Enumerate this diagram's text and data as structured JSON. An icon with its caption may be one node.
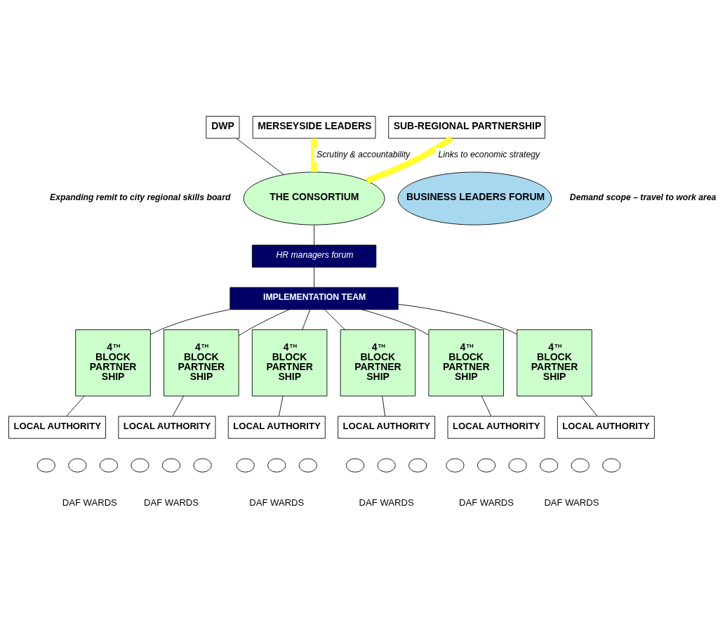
{
  "diagram": {
    "nodes": [
      {
        "text": [
          "DWP"
        ]
      },
      {
        "text": [
          "MERSEYSIDE LEADERS"
        ]
      },
      {
        "text": [
          "SUB-REGIONAL PARTNERSHIP"
        ]
      },
      {
        "text": [
          "THE CONSORTIUM"
        ],
        "beside": [
          "Expanding remit to city regional skills board"
        ]
      },
      {
        "text": [
          "BUSINESS LEADERS FORUM"
        ],
        "beside": [
          "Demand scope – travel to work area"
        ]
      },
      {
        "text": [
          "HR managers forum"
        ]
      },
      {
        "text": [
          "IMPLEMENTATION TEAM"
        ]
      },
      {
        "text": [
          "4$^{TH}$ BLOCK PARTNER SHIP"
        ]
      },
      {
        "text": [
          "4$^{TH}$ BLOCK PARTNER SHIP"
        ]
      },
      {
        "text": [
          "4$^{TH}$ BLOCK PARTNER SHIP"
        ]
      },
      {
        "text": [
          "4$^{TH}$ BLOCK PARTNER SHIP"
        ]
      },
      {
        "text": [
          "4$^{TH}$ BLOCK PARTNER SHIP"
        ]
      },
      {
        "text": [
          "4$^{TH}$ BLOCK PARTNER SHIP"
        ]
      },
      {
        "text": [
          "LOCAL AUTHORITY"
        ]
      },
      {
        "text": [
          "LOCAL AUTHORITY"
        ]
      },
      {
        "text": [
          "LOCAL AUTHORITY"
        ]
      },
      {
        "text": [
          "LOCAL AUTHORITY"
        ]
      },
      {
        "text": [
          "LOCAL AUTHORITY"
        ]
      },
      {
        "text": [
          "LOCAL AUTHORITY"
        ]
      },
      {
        "text": [],
        "shape": "circle"
      },
      {
        "text": [],
        "shape": "circle"
      },
      {
        "text": [],
        "shape": "circle"
      },
      {
        "text": [],
        "shape": "circle"
      },
      {
        "text": [],
        "shape": "circle"
      },
      {
        "text": [],
        "shape": "circle"
      },
      {
        "text": [],
        "shape": "circle"
      },
      {
        "text": [],
        "shape": "circle"
      },
      {
        "text": [],
        "shape": "circle"
      },
      {
        "text": [],
        "shape": "circle"
      },
      {
        "text": [],
        "shape": "circle"
      },
      {
        "text": [],
        "shape": "circle"
      },
      {
        "text": [],
        "shape": "circle"
      },
      {
        "text": [],
        "shape": "circle"
      },
      {
        "text": [],
        "shape": "circle"
      },
      {
        "text": [],
        "shape": "circle"
      },
      {
        "text": [],
        "shape": "circle"
      },
      {
        "text": [],
        "shape": "circle"
      }
    ],
    "edges": [
      {
        "from": 0,
        "to": 3,
        "arrow": "none"
      },
      {
        "from": 1,
        "to": 3,
        "arrow": "none",
        "label": "Scrutiny & accountability",
        "style": "thick",
        "color": "#ffff33"
      },
      {
        "from": 2,
        "to": 3,
        "arrow": "none",
        "label": "Links to economic strategy",
        "style": "thick",
        "color": "#ffff33"
      },
      {
        "from": 3,
        "to": 5,
        "arrow": "none"
      },
      {
        "from": 5,
        "to": 6,
        "arrow": "none"
      },
      {
        "from": 6,
        "to": 7,
        "arrow": "none"
      },
      {
        "from": 6,
        "to": 8,
        "arrow": "none"
      },
      {
        "from": 6,
        "to": 9,
        "arrow": "none"
      },
      {
        "from": 6,
        "to": 10,
        "arrow": "none"
      },
      {
        "from": 6,
        "to": 11,
        "arrow": "none"
      },
      {
        "from": 6,
        "to": 12,
        "arrow": "none"
      },
      {
        "from": 7,
        "to": 13,
        "arrow": "none"
      },
      {
        "from": 8,
        "to": 14,
        "arrow": "none"
      },
      {
        "from": 9,
        "to": 15,
        "arrow": "none"
      },
      {
        "from": 10,
        "to": 16,
        "arrow": "none"
      },
      {
        "from": 11,
        "to": 17,
        "arrow": "none"
      },
      {
        "from": 12,
        "to": 18,
        "arrow": "none"
      }
    ],
    "labels": [
      "DAF WARDS",
      "DAF WARDS",
      "DAF WARDS",
      "DAF WARDS",
      "DAF WARDS",
      "DAF WARDS"
    ]
  }
}
